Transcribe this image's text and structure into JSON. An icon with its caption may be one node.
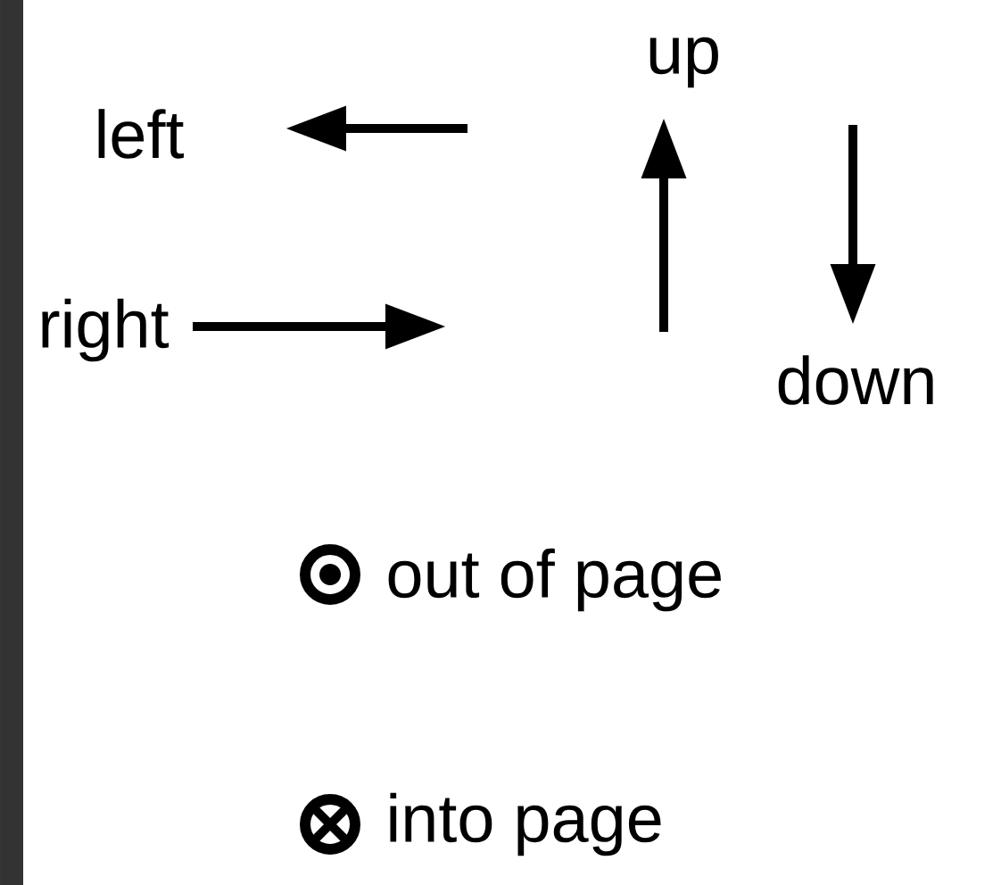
{
  "diagram": {
    "labels": [
      "up",
      "left",
      "right",
      "down",
      "out of page",
      "into page"
    ]
  }
}
